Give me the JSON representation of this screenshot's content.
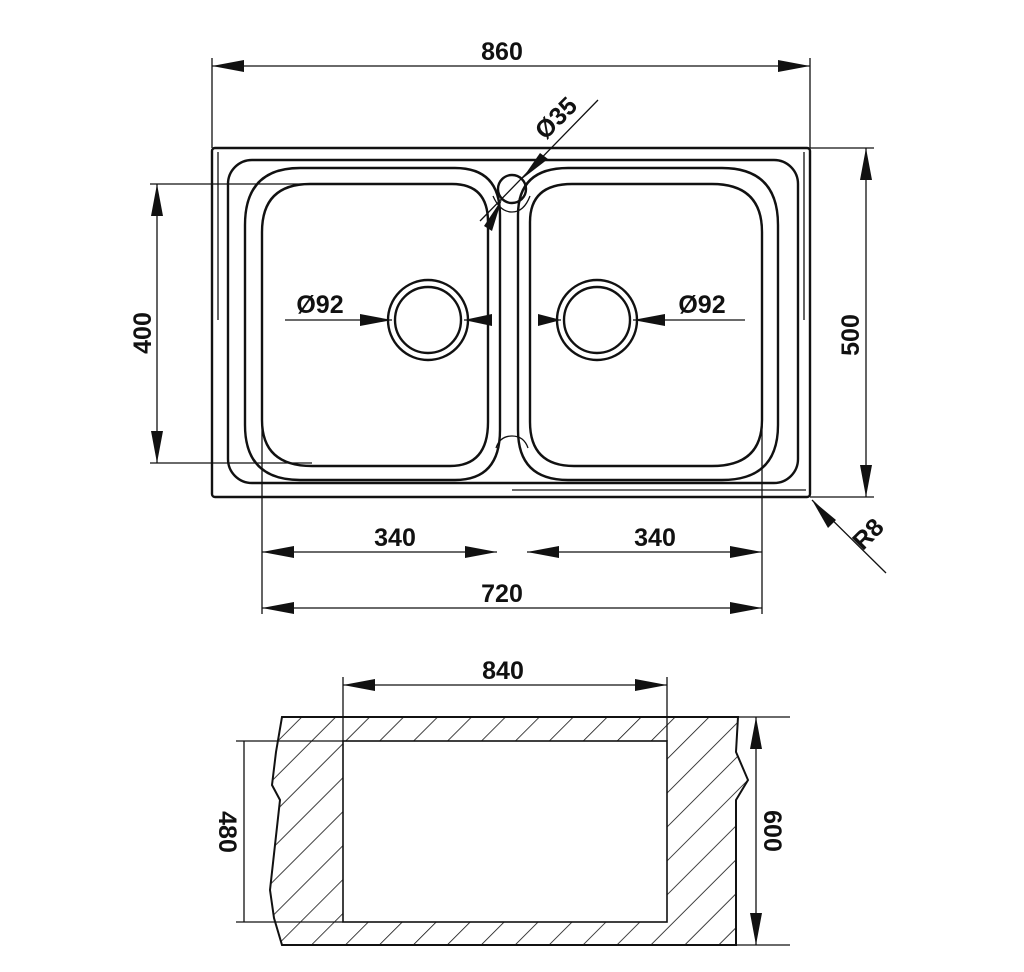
{
  "top_view": {
    "overall_width": "860",
    "overall_depth": "500",
    "bowl_depth": "400",
    "drain_diameter_left": "Ø92",
    "drain_diameter_right": "Ø92",
    "tap_hole_diameter": "Ø35",
    "corner_radius": "R8",
    "bowl_width_left": "340",
    "bowl_width_right": "340",
    "bowls_total_width": "720"
  },
  "cutout_view": {
    "cutout_width": "840",
    "cutout_depth": "480",
    "counter_depth": "600"
  }
}
